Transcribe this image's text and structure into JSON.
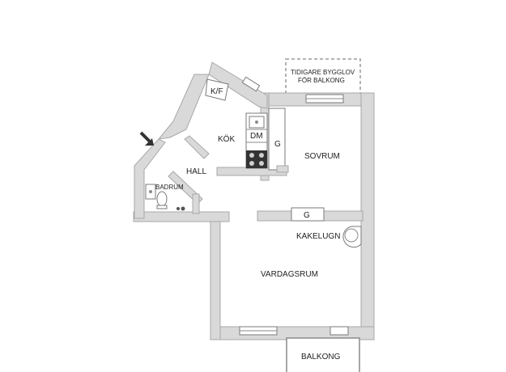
{
  "rooms": {
    "kok": "KÖK",
    "hall": "HALL",
    "sovrum": "SOVRUM",
    "vardagsrum": "VARDAGSRUM",
    "badrum": "BADRUM",
    "kakelugn": "KAKELUGN",
    "balkong": "BALKONG"
  },
  "fixtures": {
    "kf": "K/F",
    "dm": "DM",
    "g_kitchen": "G",
    "g_sovrum": "G"
  },
  "notes": {
    "bygglov_line1": "TIDIGARE BYGGLOV",
    "bygglov_line2": "FÖR BALKONG"
  },
  "icons": {
    "entrance": "entrance-arrow-icon"
  },
  "colors": {
    "wall": "#d9d9d9",
    "wall_edge": "#a8a8a8",
    "stove": "#333333"
  }
}
